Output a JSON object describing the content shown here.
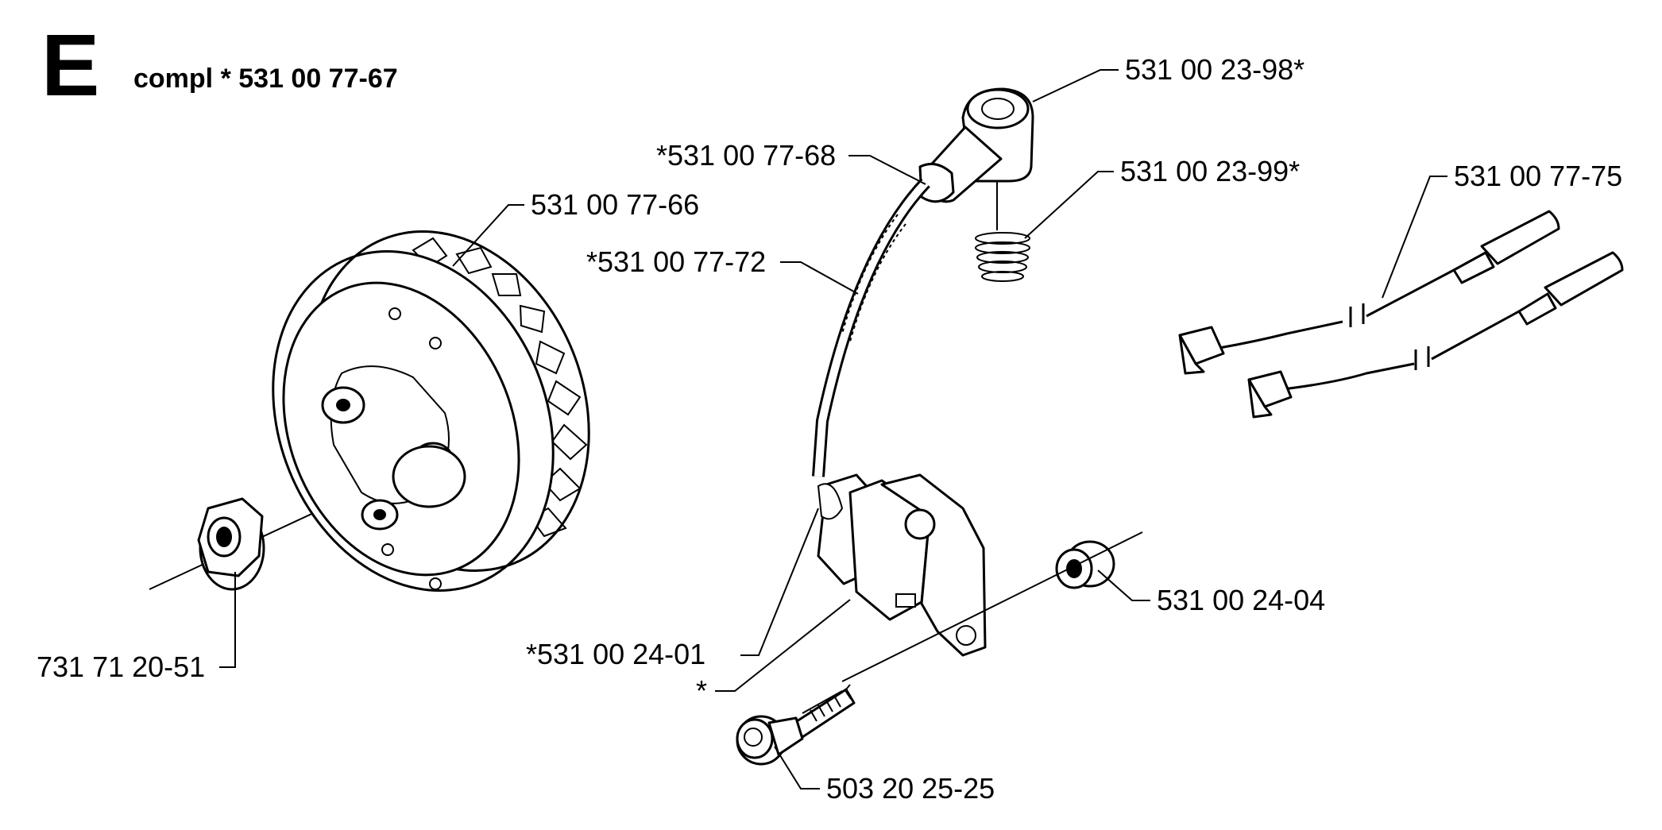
{
  "section": {
    "letter": "E",
    "title": "compl * 531 00 77-67"
  },
  "callouts": {
    "flywheel": "531 00 77-66",
    "flywheel_nut": "731 71 20-51",
    "spark_plug_cap": "531 00 23-98*",
    "cap_spring": "531 00 23-99*",
    "cap_boot": "*531 00 77-68",
    "ignition_lead": "*531 00 77-72",
    "ignition_module": "*531 00 24-01",
    "module_asterisk": "*",
    "spacer": "531 00 24-04",
    "screw": "503 20 25-25",
    "short_circuit_cable": "531 00 77-75"
  }
}
